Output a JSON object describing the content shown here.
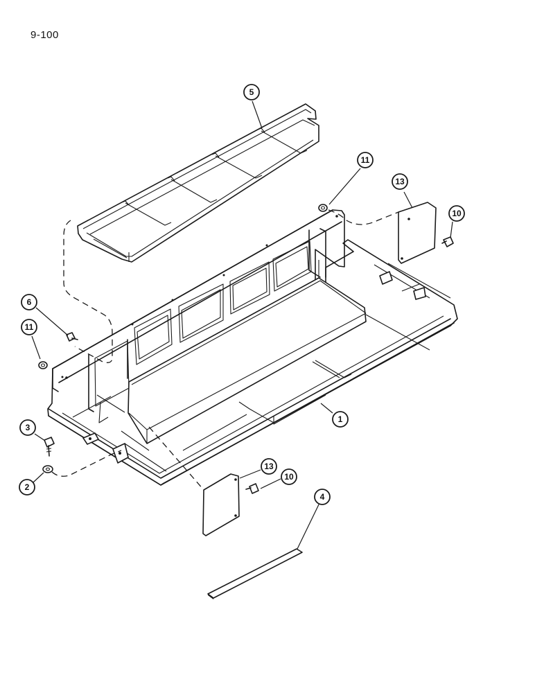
{
  "page": {
    "number": "9-100"
  },
  "callouts": [
    {
      "id": "callout-5",
      "label": "5"
    },
    {
      "id": "callout-11-top",
      "label": "11"
    },
    {
      "id": "callout-13-top",
      "label": "13"
    },
    {
      "id": "callout-10-top",
      "label": "10"
    },
    {
      "id": "callout-6",
      "label": "6"
    },
    {
      "id": "callout-11-left",
      "label": "11"
    },
    {
      "id": "callout-1",
      "label": "1"
    },
    {
      "id": "callout-3",
      "label": "3"
    },
    {
      "id": "callout-2",
      "label": "2"
    },
    {
      "id": "callout-13-bottom",
      "label": "13"
    },
    {
      "id": "callout-10-bottom",
      "label": "10"
    },
    {
      "id": "callout-4",
      "label": "4"
    }
  ]
}
